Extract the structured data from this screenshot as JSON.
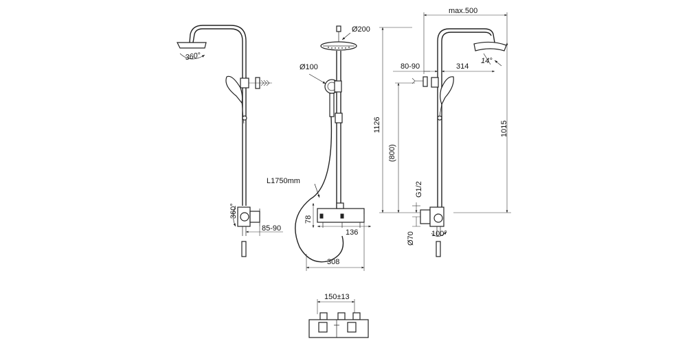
{
  "dimensions": {
    "swivel_360": "360°",
    "wall_85_90": "85-90",
    "head_d200": "Ø200",
    "hand_d100": "Ø100",
    "hose_l1750": "L1750mm",
    "mixer_78": "78",
    "mixer_136": "136",
    "hose_308": "308",
    "centers_150": "150±13",
    "max_500": "max.500",
    "offset_80_90": "80-90",
    "arm_314": "314",
    "tilt_14": "14°",
    "height_1126": "1126",
    "height_800": "(800)",
    "height_1015": "1015",
    "thread_g12": "G1/2",
    "escutcheon_d70": "Ø70",
    "angle_100": "100°"
  }
}
